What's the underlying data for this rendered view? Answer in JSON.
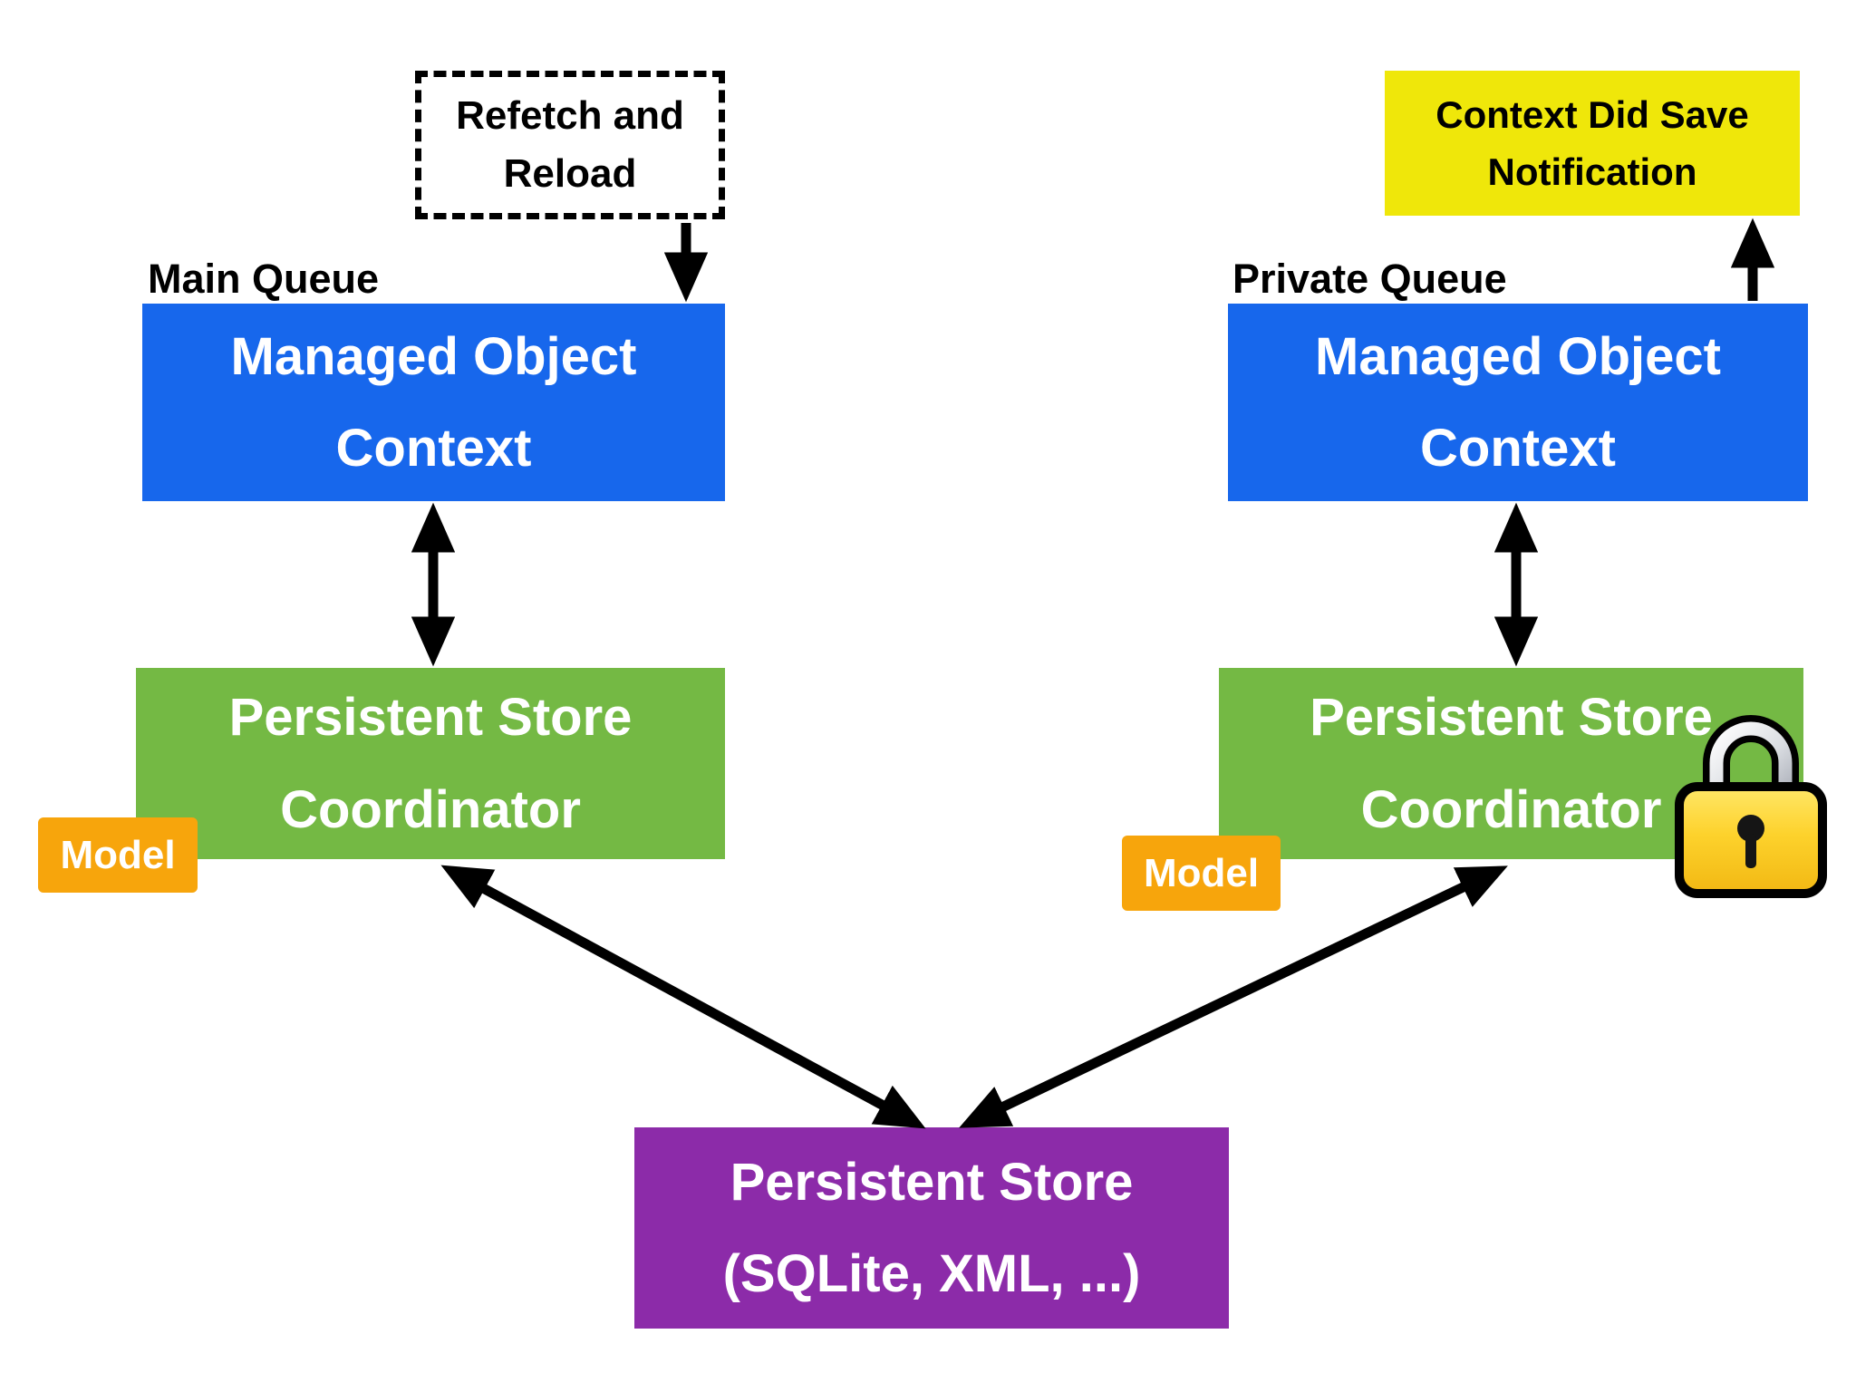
{
  "diagram": {
    "title_semantic": "Core Data stack diagram",
    "colors": {
      "blue": "#1767EC",
      "green": "#74B944",
      "purple": "#8C2BA9",
      "yellow": "#EFE70A",
      "orange": "#F7A50C",
      "line": "#000000",
      "background": "#FFFFFF"
    },
    "left": {
      "note_label": "Refetch and Reload",
      "queue_label": "Main Queue",
      "context_label": "Managed Object Context",
      "coordinator_label": "Persistent Store Coordinator",
      "model_label": "Model"
    },
    "right": {
      "note_label": "Context Did Save Notification",
      "queue_label": "Private Queue",
      "context_label": "Managed Object Context",
      "coordinator_label": "Persistent Store Coordinator",
      "model_label": "Model",
      "lock_icon": "padlock-locked"
    },
    "store": {
      "title": "Persistent Store",
      "subtitle": "(SQLite, XML, ...)"
    }
  }
}
